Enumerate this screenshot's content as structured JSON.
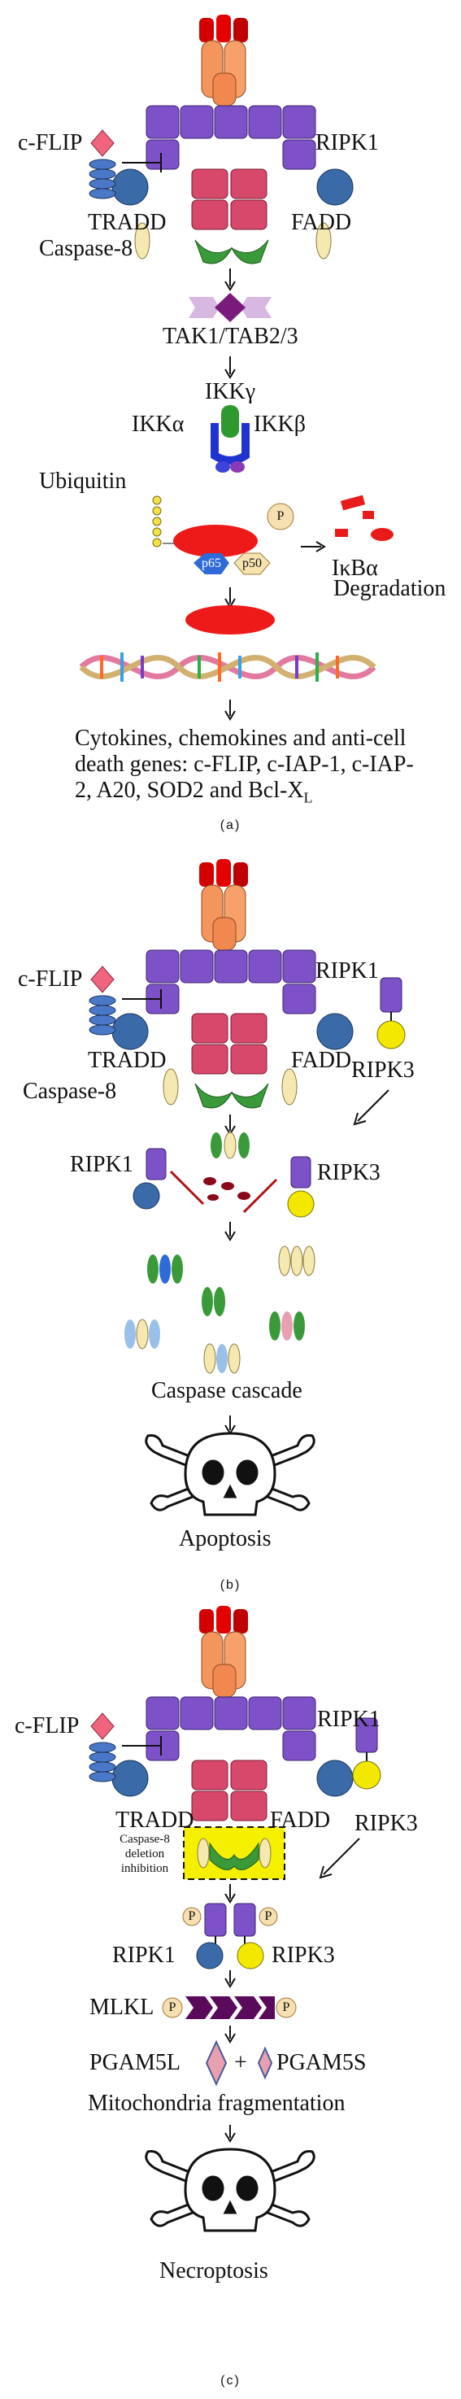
{
  "panel_a": {
    "c_flip": "c-FLIP",
    "ripk1": "RIPK1",
    "tradd": "TRADD",
    "fadd": "FADD",
    "caspase8": "Caspase-8",
    "tak": "TAK1/TAB2/3",
    "ikk_gamma": "IKKγ",
    "ikk_alpha": "IKKα",
    "ikk_beta": "IKKβ",
    "ubiquitin": "Ubiquitin",
    "p": "P",
    "p65": "p65",
    "p50": "p50",
    "ikba": "IκBα",
    "degradation": "Degradation",
    "genes_text": "Cytokines, chemokines and anti-cell death genes: c-FLIP, c-IAP-1, c-IAP-2, A20, SOD2 and Bcl-X",
    "genes_sub": "L",
    "caption": "(a)"
  },
  "panel_b": {
    "c_flip": "c-FLIP",
    "ripk1": "RIPK1",
    "tradd": "TRADD",
    "fadd": "FADD",
    "caspase8": "Caspase-8",
    "ripk3": "RIPK3",
    "ripk1_cleaved": "RIPK1",
    "ripk3_cleaved": "RIPK3",
    "cascade": "Caspase cascade",
    "apoptosis": "Apoptosis",
    "caption": "(b)"
  },
  "panel_c": {
    "c_flip": "c-FLIP",
    "ripk1": "RIPK1",
    "tradd": "TRADD",
    "fadd": "FADD",
    "ripk3": "RIPK3",
    "casp8_box": "Caspase-8 deletion inhibition",
    "p": "P",
    "ripk1_b": "RIPK1",
    "ripk3_b": "RIPK3",
    "mlkl": "MLKL",
    "pgam5l": "PGAM5L",
    "plus": "+",
    "pgam5s": "PGAM5S",
    "mito": "Mitochondria fragmentation",
    "necroptosis": "Necroptosis",
    "caption": "(c)"
  }
}
